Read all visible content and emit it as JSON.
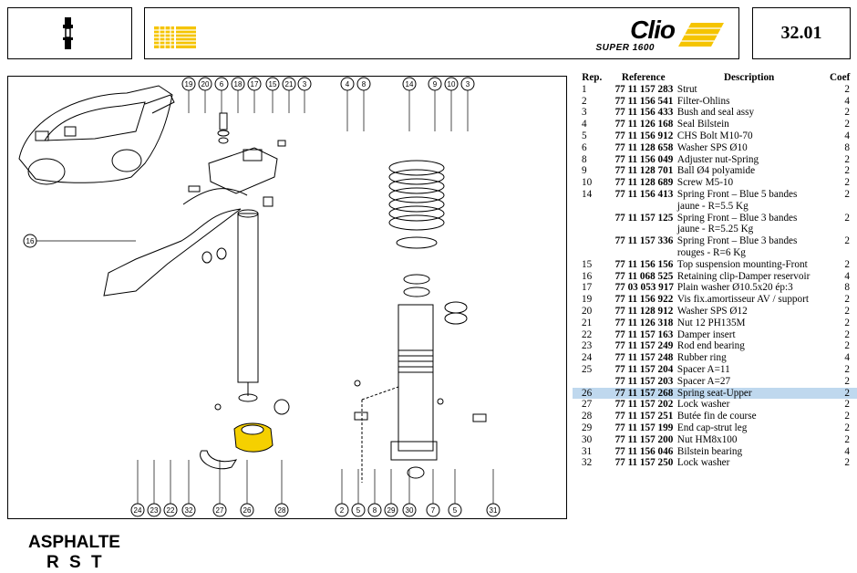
{
  "header": {
    "logo_main": "Clio",
    "logo_sub": "SUPER 1600",
    "page_code": "32.01"
  },
  "icons": {
    "strut_icon": "strut-icon",
    "renault_mark": "renault-stripes-icon"
  },
  "colors": {
    "accent_yellow": "#f5c400",
    "highlight_row": "#bfd8ee"
  },
  "diagram": {
    "caption_line1": "ASPHALTE",
    "caption_line2": "R S T",
    "callouts_top_left": [
      "19",
      "20",
      "6",
      "18",
      "17",
      "15",
      "21",
      "3"
    ],
    "callouts_top_right": [
      "4",
      "8",
      "14",
      "9",
      "10",
      "3"
    ],
    "callout_side": "16",
    "callouts_bottom_left": [
      "24",
      "23",
      "22",
      "32",
      "27",
      "26",
      "28"
    ],
    "callouts_bottom_right": [
      "2",
      "5",
      "8",
      "29",
      "30",
      "7",
      "5",
      "31"
    ]
  },
  "table": {
    "headers": {
      "rep": "Rep.",
      "ref": "Reference",
      "desc": "Description",
      "coef": "Coef"
    },
    "rows": [
      {
        "rep": "1",
        "ref": "77 11 157 283",
        "desc": "Strut",
        "coef": "2"
      },
      {
        "rep": "2",
        "ref": "77 11 156 541",
        "desc": "Filter-Ohlins",
        "coef": "4"
      },
      {
        "rep": "3",
        "ref": "77 11 156 433",
        "desc": "Bush and seal assy",
        "coef": "2"
      },
      {
        "rep": "4",
        "ref": "77 11 126 168",
        "desc": "Seal Bilstein",
        "coef": "2"
      },
      {
        "rep": "5",
        "ref": "77 11 156 912",
        "desc": "CHS Bolt M10-70",
        "coef": "4"
      },
      {
        "rep": "6",
        "ref": "77 11 128 658",
        "desc": "Washer SPS Ø10",
        "coef": "8"
      },
      {
        "rep": "8",
        "ref": "77 11 156 049",
        "desc": "Adjuster nut-Spring",
        "coef": "2"
      },
      {
        "rep": "9",
        "ref": "77 11 128 701",
        "desc": "Ball Ø4 polyamide",
        "coef": "2"
      },
      {
        "rep": "10",
        "ref": "77 11 128 689",
        "desc": "Screw M5-10",
        "coef": "2"
      },
      {
        "rep": "14",
        "ref": "77 11 156 413",
        "desc": "Spring Front – Blue 5 bandes jaune - R=5.5 Kg",
        "coef": "2"
      },
      {
        "rep": "",
        "ref": "77 11 157 125",
        "desc": "Spring Front – Blue 3 bandes jaune - R=5.25 Kg",
        "coef": "2"
      },
      {
        "rep": "",
        "ref": "77 11 157 336",
        "desc": "Spring Front – Blue 3 bandes rouges - R=6 Kg",
        "coef": "2"
      },
      {
        "rep": "15",
        "ref": "77 11 156 156",
        "desc": "Top suspension mounting-Front",
        "coef": "2"
      },
      {
        "rep": "16",
        "ref": "77 11 068 525",
        "desc": "Retaining clip-Damper reservoir",
        "coef": "4"
      },
      {
        "rep": "17",
        "ref": "77 03 053 917",
        "desc": "Plain washer Ø10.5x20 ép:3",
        "coef": "8"
      },
      {
        "rep": "19",
        "ref": "77 11 156 922",
        "desc": "Vis fix.amortisseur AV / support",
        "coef": "2"
      },
      {
        "rep": "20",
        "ref": "77 11 128 912",
        "desc": "Washer SPS Ø12",
        "coef": "2"
      },
      {
        "rep": "21",
        "ref": "77 11 126 318",
        "desc": "Nut 12 PH135M",
        "coef": "2"
      },
      {
        "rep": "22",
        "ref": "77 11 157 163",
        "desc": "Damper insert",
        "coef": "2"
      },
      {
        "rep": "23",
        "ref": "77 11 157 249",
        "desc": "Rod end bearing",
        "coef": "2"
      },
      {
        "rep": "24",
        "ref": "77 11 157 248",
        "desc": "Rubber ring",
        "coef": "4"
      },
      {
        "rep": "25",
        "ref": "77 11 157 204",
        "desc": "Spacer A=11",
        "coef": "2"
      },
      {
        "rep": "",
        "ref": "77 11 157 203",
        "desc": "Spacer A=27",
        "coef": "2"
      },
      {
        "rep": "26",
        "ref": "77 11 157 268",
        "desc": "Spring seat-Upper",
        "coef": "2",
        "selected": true
      },
      {
        "rep": "27",
        "ref": "77 11 157 202",
        "desc": "Lock washer",
        "coef": "2"
      },
      {
        "rep": "28",
        "ref": "77 11 157 251",
        "desc": "Butée fin de course",
        "coef": "2"
      },
      {
        "rep": "29",
        "ref": "77 11 157 199",
        "desc": "End cap-strut leg",
        "coef": "2"
      },
      {
        "rep": "30",
        "ref": "77 11 157 200",
        "desc": "Nut HM8x100",
        "coef": "2"
      },
      {
        "rep": "31",
        "ref": "77 11 156 046",
        "desc": "Bilstein bearing",
        "coef": "4"
      },
      {
        "rep": "32",
        "ref": "77 11 157 250",
        "desc": "Lock washer",
        "coef": "2"
      }
    ]
  }
}
